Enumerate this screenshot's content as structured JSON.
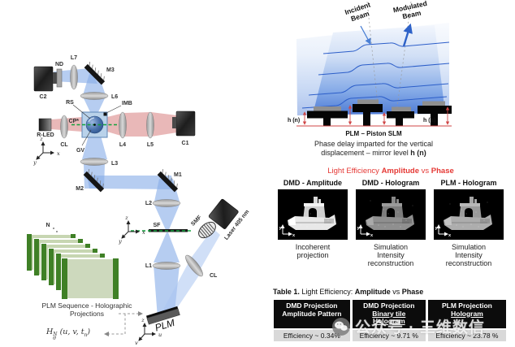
{
  "left": {
    "labels": {
      "c2": "C2",
      "nd": "ND",
      "l7": "L7",
      "m3": "M3",
      "l6": "L6",
      "rs": "RS",
      "imb": "IMB",
      "cp": "CP*",
      "rled": "R-LED",
      "cl1": "CL",
      "gv": "GV",
      "l4": "L4",
      "l5": "L5",
      "c1": "C1",
      "l3": "L3",
      "m2": "M2",
      "m1": "M1",
      "l2": "L2",
      "sf": "SF",
      "smf": "SMF",
      "laser": "Laser 405 nm",
      "l1": "L1",
      "cl2": "CL",
      "plm": "PLM",
      "n": "N"
    },
    "axes1": {
      "v": "z",
      "h": "x",
      "d": "y"
    },
    "axes2": {
      "v": "z",
      "h": "x",
      "d": "y"
    },
    "axes3": {
      "v": "z",
      "h": "u",
      "d": "v"
    },
    "stack1": "PLM Sequence - Holographic",
    "stack2": "Projections",
    "formula": {
      "base": "H",
      "sup": "N",
      "sub": "θ",
      "args": " (u, v, t",
      "argsub": "n",
      "close": ")"
    }
  },
  "piston": {
    "incident1": "Incident",
    "incident2": "Beam",
    "modulated1": "Modulated",
    "modulated2": "Beam",
    "h_left": "h (n)",
    "h_right": "h (n)",
    "caption": "PLM – Piston SLM",
    "desc1": "Phase delay imparted for the vertical",
    "desc2_pre": "displacement – mirror level ",
    "desc2_bold": "h (n)"
  },
  "efficiency": {
    "title": {
      "pre": "Light Efficiency ",
      "bold1": "Amplitude",
      "mid": " vs ",
      "bold2": "Phase"
    },
    "title_color": "#e53935",
    "axis": {
      "v": "y",
      "h": "x"
    },
    "columns": [
      {
        "header": "DMD - Amplitude",
        "caption": "Incoherent\nprojection"
      },
      {
        "header": "DMD - Hologram",
        "caption": "Simulation\nIntensity\nreconstruction"
      },
      {
        "header": "PLM - Hologram",
        "caption": "Simulation\nIntensity\nreconstruction"
      }
    ]
  },
  "table": {
    "caption": {
      "bold1": "Table 1.",
      "mid": " Light Efficiency: ",
      "bold2": "Amplitude",
      "mid2": " vs ",
      "bold3": "Phase"
    },
    "columns": [
      {
        "line1": "DMD Projection",
        "rest": "Amplitude Pattern"
      },
      {
        "line1": "DMD Projection",
        "rest": "Binary tile\nHologram"
      },
      {
        "line1": "PLM Projection",
        "rest": "Hologram"
      }
    ],
    "values": [
      "Efficiency ~ 0.34%",
      "Efficiency ~ 9.71 %",
      "Efficiency ~ 23.78 %"
    ]
  },
  "watermark": {
    "text": "公众号 · 三维数信"
  }
}
